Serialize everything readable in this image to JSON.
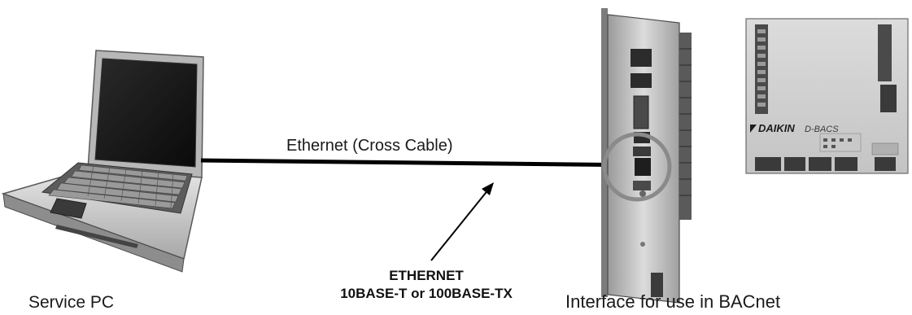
{
  "labels": {
    "cable": "Ethernet (Cross Cable)",
    "ethernet_title": "ETHERNET",
    "ethernet_spec": "10BASE-T or 100BASE-TX",
    "service_pc": "Service PC",
    "interface": "Interface for use in BACnet"
  },
  "device": {
    "brand": "DAIKIN",
    "model": "D-BACS"
  },
  "colors": {
    "cable": "#000000",
    "highlight_circle": "#8a8a8a",
    "panel_face": "#d4d4d4"
  }
}
